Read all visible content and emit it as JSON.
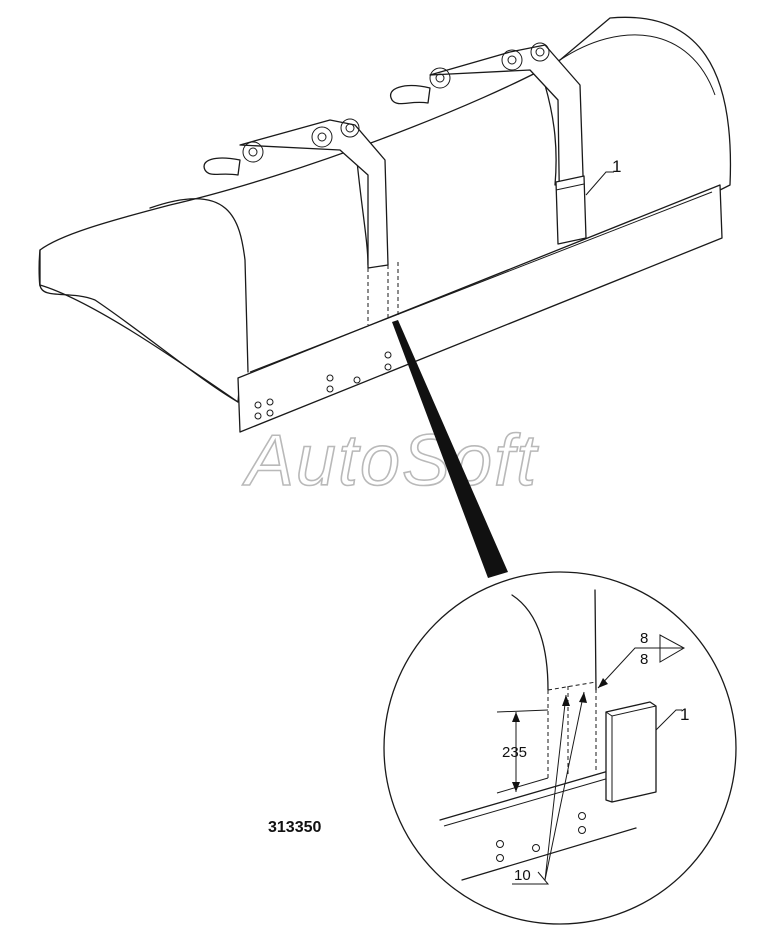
{
  "watermark": "AutoSoft",
  "drawing_number": "313350",
  "callouts": {
    "part_label_main": "1",
    "part_label_detail": "1",
    "weld_top": "8",
    "weld_bottom": "8",
    "dimension": "235",
    "note": "10"
  }
}
